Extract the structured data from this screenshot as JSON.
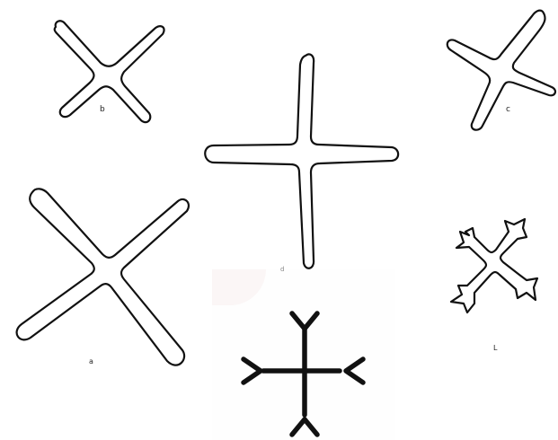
{
  "figure": {
    "labels": {
      "top_left": "b",
      "top_right": "c",
      "center": "d",
      "bottom_left": "a",
      "bottom_right": "L"
    },
    "colors": {
      "background": "#ffffff",
      "outline": "#111111",
      "inset_background": "#fefefe"
    },
    "shapes": [
      {
        "name": "saltire-small",
        "style": "outlined bulb-ended X"
      },
      {
        "name": "cross-tilted",
        "style": "outlined bulb-ended cross, tilted"
      },
      {
        "name": "cross-large-upright",
        "style": "outlined bulb-ended upright cross"
      },
      {
        "name": "saltire-large",
        "style": "outlined bulb-ended X"
      },
      {
        "name": "cross-fleury",
        "style": "outlined X with forked arm ends"
      },
      {
        "name": "cross-arrowheads",
        "style": "solid cross with chevron ends"
      }
    ]
  }
}
